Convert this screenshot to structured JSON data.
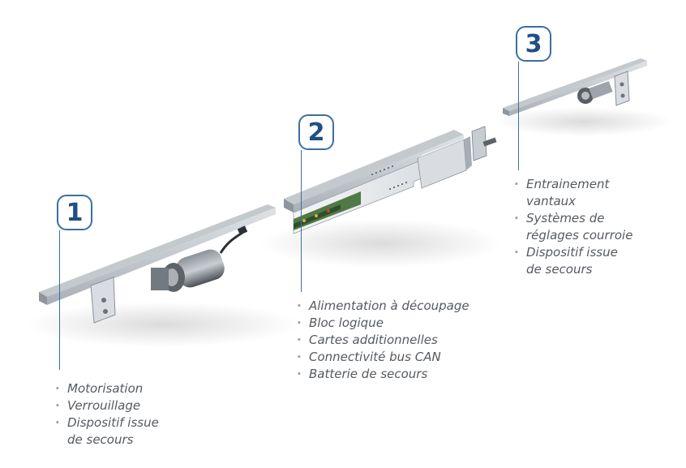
{
  "modules": [
    {
      "number": "1",
      "items": [
        "Motorisation",
        "Verrouillage",
        "Dispositif issue de secours"
      ],
      "items_display": [
        "Motorisation",
        "Verrouillage",
        "Dispositif issue",
        "de secours"
      ]
    },
    {
      "number": "2",
      "items": [
        "Alimentation à découpage",
        "Bloc logique",
        "Cartes additionnelles",
        "Connectivité bus CAN",
        "Batterie de secours"
      ]
    },
    {
      "number": "3",
      "items": [
        "Entrainement vantaux",
        "Systèmes de réglages courroie",
        "Dispositif issue de secours"
      ],
      "items_display": [
        "Entrainement",
        "vantaux",
        "Systèmes de",
        "réglages courroie",
        "Dispositif issue",
        "de secours"
      ]
    }
  ],
  "colors": {
    "badge_border": "#3b6fa1",
    "badge_text": "#1f4f86",
    "list_text": "#555a60",
    "metal": "#b9bec4",
    "rail_top": "#9ea4ab"
  }
}
